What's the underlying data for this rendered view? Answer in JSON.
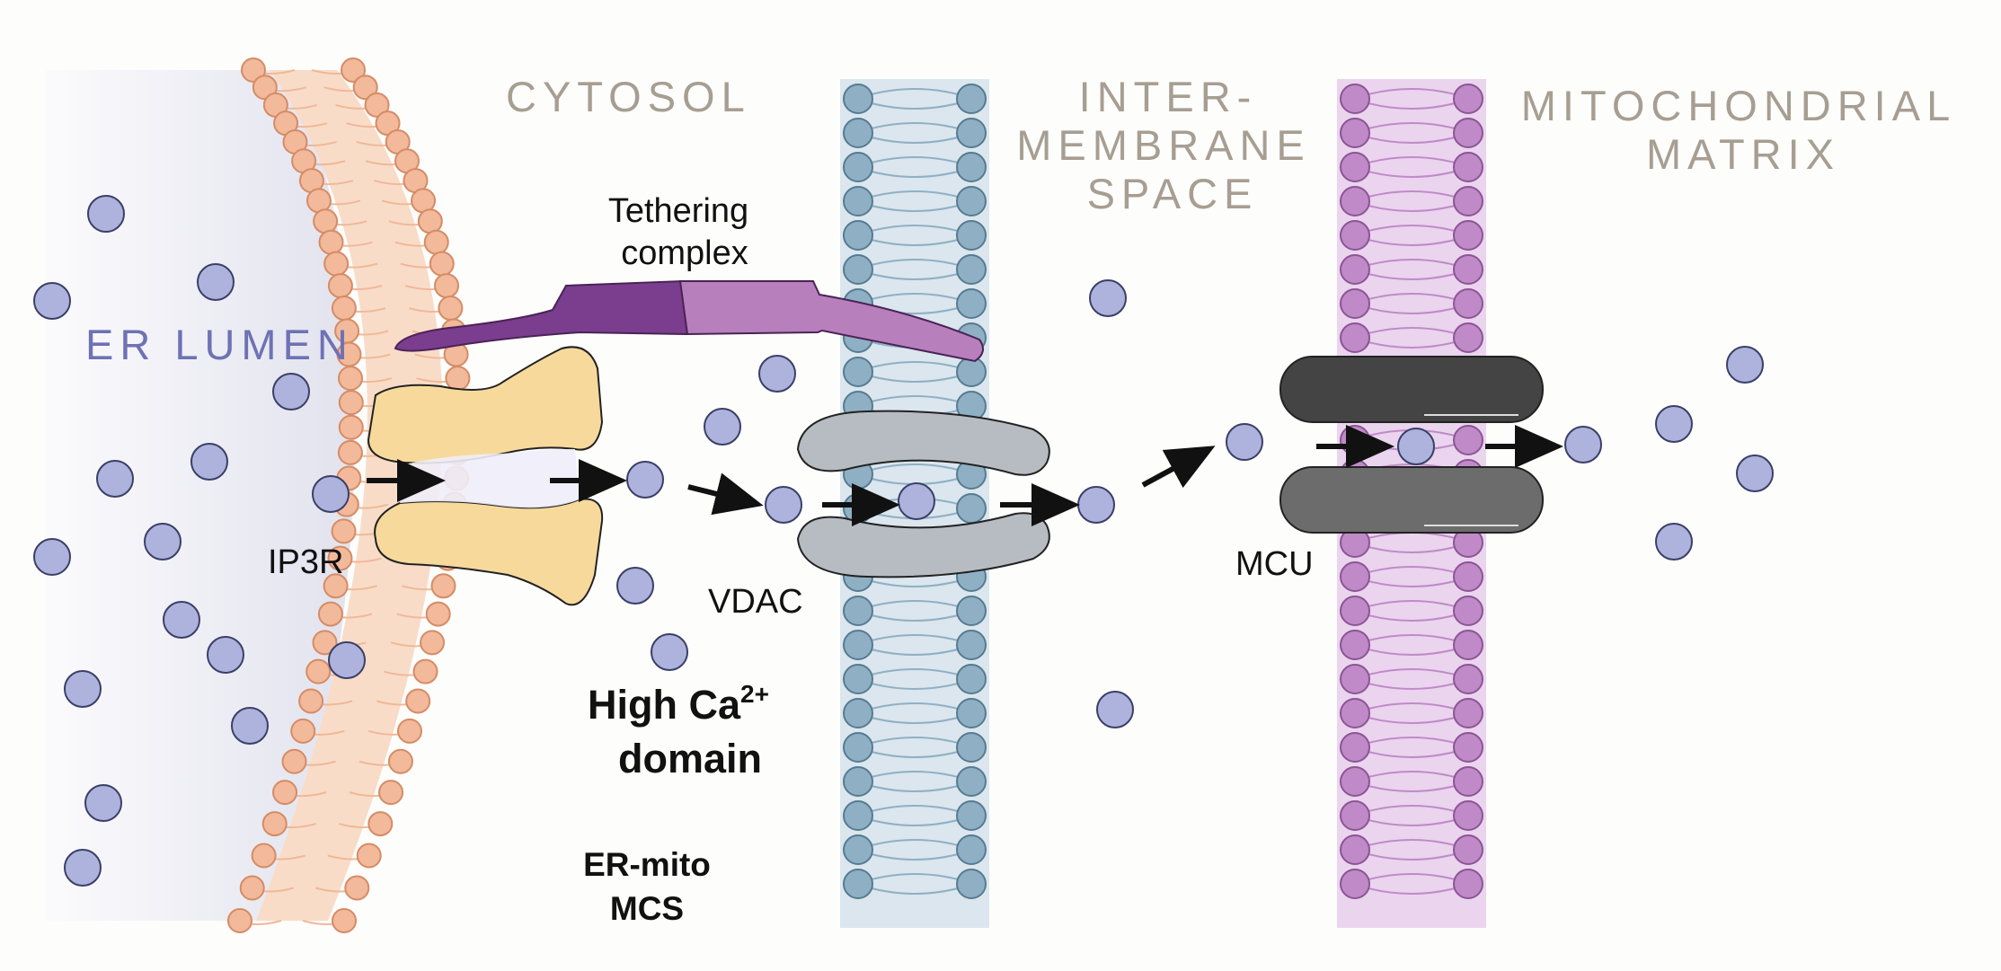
{
  "regions": {
    "er_lumen": "ER LUMEN",
    "cytosol": "CYTOSOL",
    "intermembrane_line1": "INTER-",
    "intermembrane_line2": "MEMBRANE",
    "intermembrane_line3": "SPACE",
    "matrix_line1": "MITOCHONDRIAL",
    "matrix_line2": "MATRIX"
  },
  "labels": {
    "tethering_line1": "Tethering",
    "tethering_line2": "complex",
    "ip3r": "IP3R",
    "vdac": "VDAC",
    "mcu": "MCU",
    "high_ca_line1": "High Ca",
    "high_ca_sup": "2+",
    "high_ca_line2": "domain",
    "mcs_line1": "ER-mito",
    "mcs_line2": "MCS"
  },
  "colors": {
    "er_label": "#6e72b4",
    "region_label": "#a79e92",
    "ion_fill": "#aeb3de",
    "ion_stroke": "#3a3f66",
    "er_membrane": "#f2b99a",
    "outer_membrane": "#8fb0c4",
    "inner_membrane": "#c08ac8",
    "ip3r": "#f7d99b",
    "vdac": "#b7bcc2",
    "mcu_top": "#444444",
    "mcu_bottom": "#6c6c6c",
    "tether_dark": "#7b3d8e",
    "tether_light": "#b77fbb"
  }
}
